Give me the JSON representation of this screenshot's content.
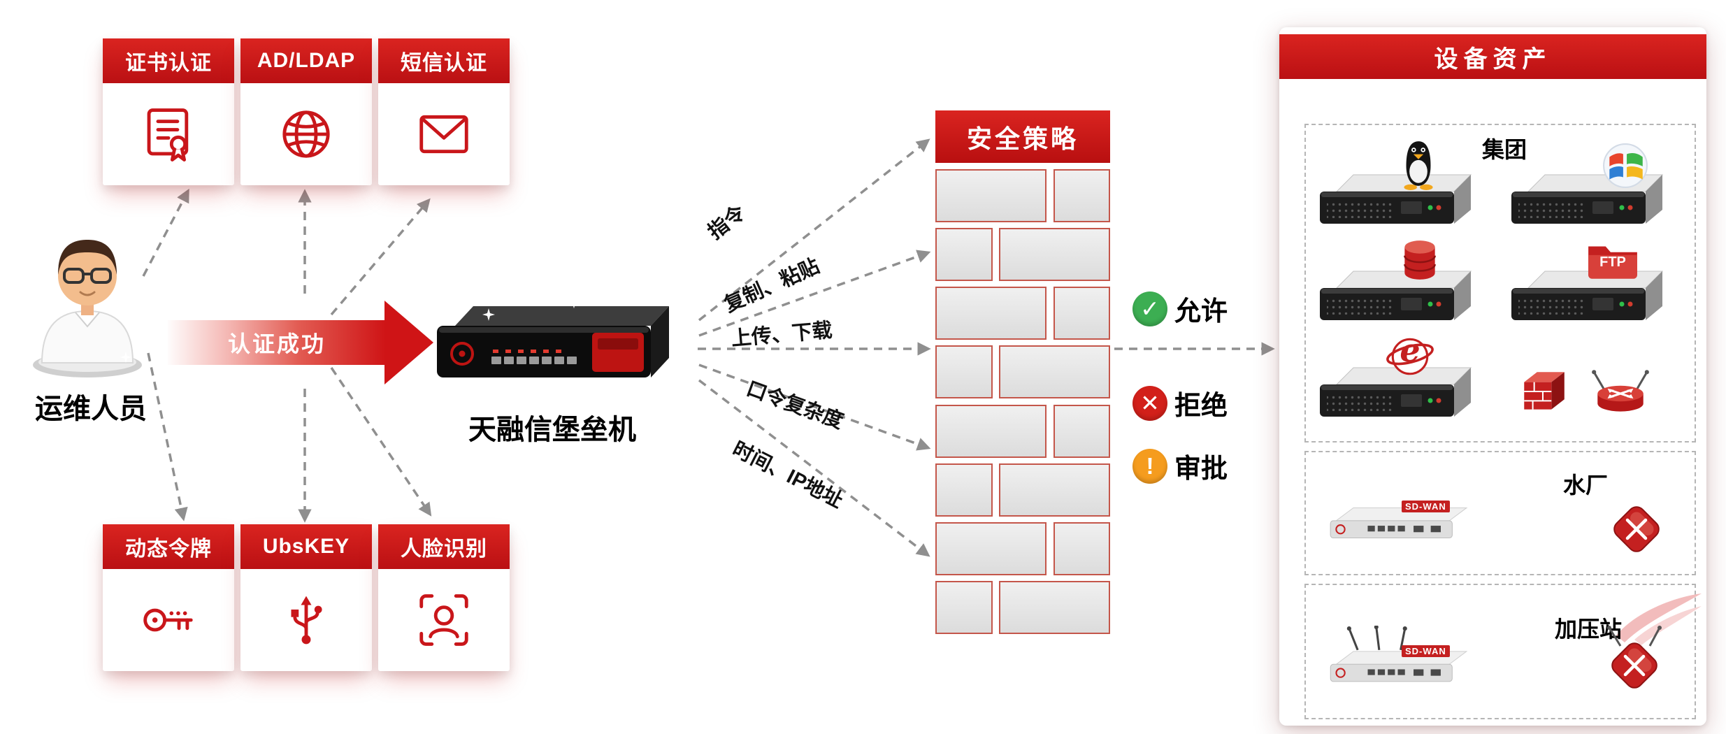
{
  "person": {
    "label": "运维人员"
  },
  "auth_top": [
    {
      "label": "证书认证",
      "icon": "certificate-icon"
    },
    {
      "label": "AD/LDAP",
      "icon": "globe-icon"
    },
    {
      "label": "短信认证",
      "icon": "mail-icon"
    }
  ],
  "auth_bottom": [
    {
      "label": "动态令牌",
      "icon": "token-key-icon"
    },
    {
      "label": "UbsKEY",
      "icon": "usb-icon"
    },
    {
      "label": "人脸识别",
      "icon": "face-id-icon"
    }
  ],
  "flow": {
    "auth_success": "认证成功",
    "bastion_label": "天融信堡垒机",
    "policy_title": "安全策略",
    "policy_channels": [
      "指令",
      "复制、粘贴",
      "上传、下载",
      "口令复杂度",
      "时间、IP地址"
    ]
  },
  "decisions": [
    {
      "label": "允许",
      "glyph": "✓",
      "icon": "check-circle-icon",
      "color": "#3cae52"
    },
    {
      "label": "拒绝",
      "glyph": "✕",
      "icon": "cross-circle-icon",
      "color": "#d2201a"
    },
    {
      "label": "审批",
      "glyph": "!",
      "icon": "warning-circle-icon",
      "color": "#f59c1e"
    }
  ],
  "assets": {
    "title": "设备资产",
    "groups": [
      {
        "label": "集团"
      },
      {
        "label": "水厂"
      },
      {
        "label": "加压站"
      }
    ],
    "ftp_label": "FTP",
    "sdwan_label": "SD-WAN",
    "ie_letter": "e"
  },
  "colors": {
    "brand_red": "#c9161a",
    "arrow_gray": "#8f8f8f",
    "allow_green": "#3cae52",
    "deny_red": "#d2201a",
    "approve_orange": "#f59c1e"
  }
}
